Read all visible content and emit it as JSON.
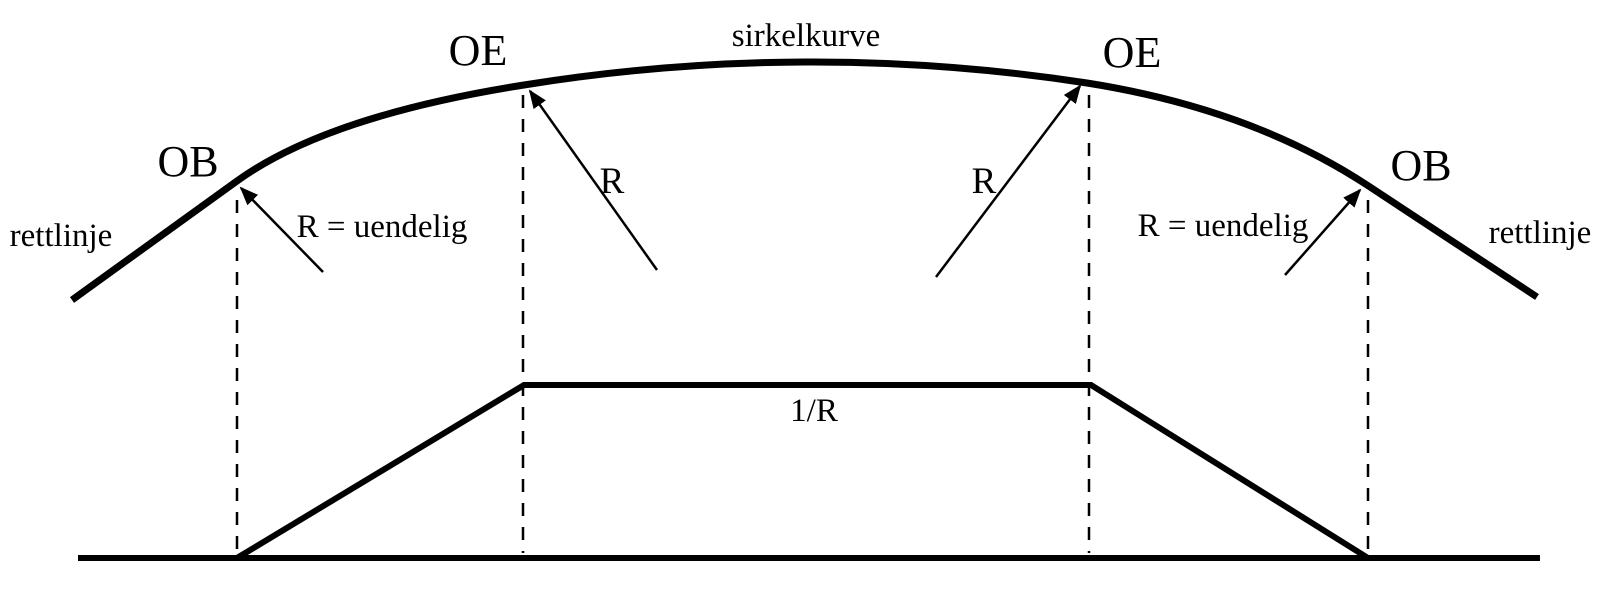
{
  "diagram": {
    "kind": "road-transition-curve-diagram",
    "labels": {
      "straight_left": "rettlinje",
      "straight_right": "rettlinje",
      "transition_begin_left": "OB",
      "transition_begin_right": "OB",
      "transition_end_left": "OE",
      "transition_end_right": "OE",
      "circular_curve": "sirkelkurve",
      "radius_infinite_left": "R = uendelig",
      "radius_infinite_right": "R = uendelig",
      "radius_left": "R",
      "radius_right": "R",
      "curvature": "1/R"
    },
    "colors": {
      "line": "#000000",
      "background": "#ffffff"
    }
  }
}
